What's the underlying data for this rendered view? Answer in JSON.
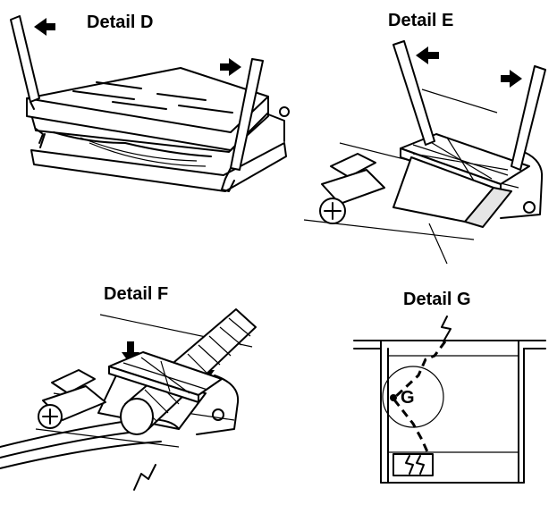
{
  "details": [
    {
      "id": "D",
      "label": "Detail D"
    },
    {
      "id": "E",
      "label": "Detail E"
    },
    {
      "id": "F",
      "label": "Detail F"
    },
    {
      "id": "G",
      "label": "Detail G"
    }
  ],
  "callouts": {
    "g_marker": "G"
  },
  "icons": {
    "arrow": "arrow-icon",
    "screw": "screw-icon",
    "probe": "screwdriver-icon",
    "cable": "cable-icon",
    "break": "break-line-icon"
  }
}
